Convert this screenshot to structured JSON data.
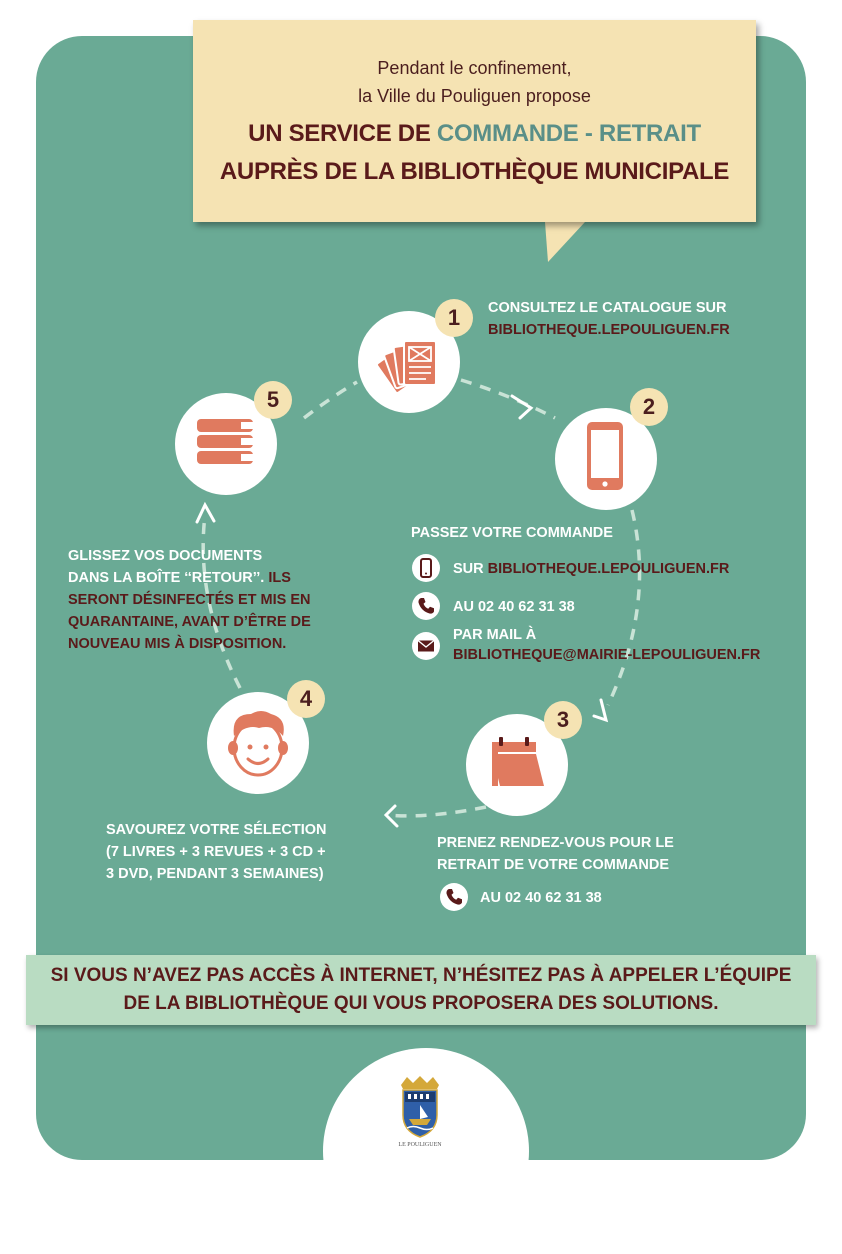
{
  "header": {
    "intro_line1": "Pendant le confinement,",
    "intro_line2": "la Ville du Pouliguen propose",
    "headline1_a": "UN SERVICE DE ",
    "headline1_b": "COMMANDE - RETRAIT",
    "headline2": "AUPRÈS DE LA BIBLIOTHÈQUE MUNICIPALE"
  },
  "steps": {
    "step1": {
      "number": "1",
      "icon": "catalog-cards-icon",
      "line1": "CONSULTEZ LE CATALOGUE SUR",
      "line2": "BIBLIOTHEQUE.LEPOULIGUEN.FR"
    },
    "step2": {
      "number": "2",
      "icon": "smartphone-icon",
      "title": "PASSEZ VOTRE COMMANDE",
      "web_prefix": "SUR ",
      "web": "BIBLIOTHEQUE.LEPOULIGUEN.FR",
      "phone": "AU 02 40 62 31 38",
      "mail_label": "PAR MAIL À",
      "mail": "BIBLIOTHEQUE@MAIRIE-LEPOULIGUEN.FR"
    },
    "step3": {
      "number": "3",
      "icon": "calendar-icon",
      "line1": "PRENEZ RENDEZ-VOUS POUR LE",
      "line2": "RETRAIT DE VOTRE COMMANDE",
      "phone": "AU 02 40 62 31 38"
    },
    "step4": {
      "number": "4",
      "icon": "smiling-face-icon",
      "line1": "SAVOUREZ VOTRE SÉLECTION",
      "line2": "(7 LIVRES  + 3 REVUES + 3 CD +",
      "line3": "3 DVD, PENDANT 3 SEMAINES)"
    },
    "step5": {
      "number": "5",
      "icon": "book-stack-icon",
      "line1": "GLISSEZ VOS DOCUMENTS",
      "line2_a": "DANS LA BOÎTE ‘‘RETOUR’’.",
      "line2_b": " ILS",
      "line3": "SERONT DÉSINFECTÉS ET MIS EN",
      "line4": "QUARANTAINE, AVANT D’ÊTRE DE",
      "line5": "NOUVEAU MIS À DISPOSITION."
    }
  },
  "banner": {
    "line1": "SI VOUS N’AVEZ PAS ACCÈS À INTERNET, N’HÉSITEZ PAS À APPELER L’ÉQUIPE",
    "line2": "DE LA BIBLIOTHÈQUE QUI VOUS PROPOSERA DES SOLUTIONS."
  },
  "logo": {
    "caption": "LE POULIGUEN"
  },
  "colors": {
    "panel": "#6aaa95",
    "cream": "#f5e3b3",
    "coral": "#e07a5f",
    "maroon": "#5a1a1a",
    "banner": "#b9dcc2",
    "teal_accent": "#5a8f88"
  }
}
